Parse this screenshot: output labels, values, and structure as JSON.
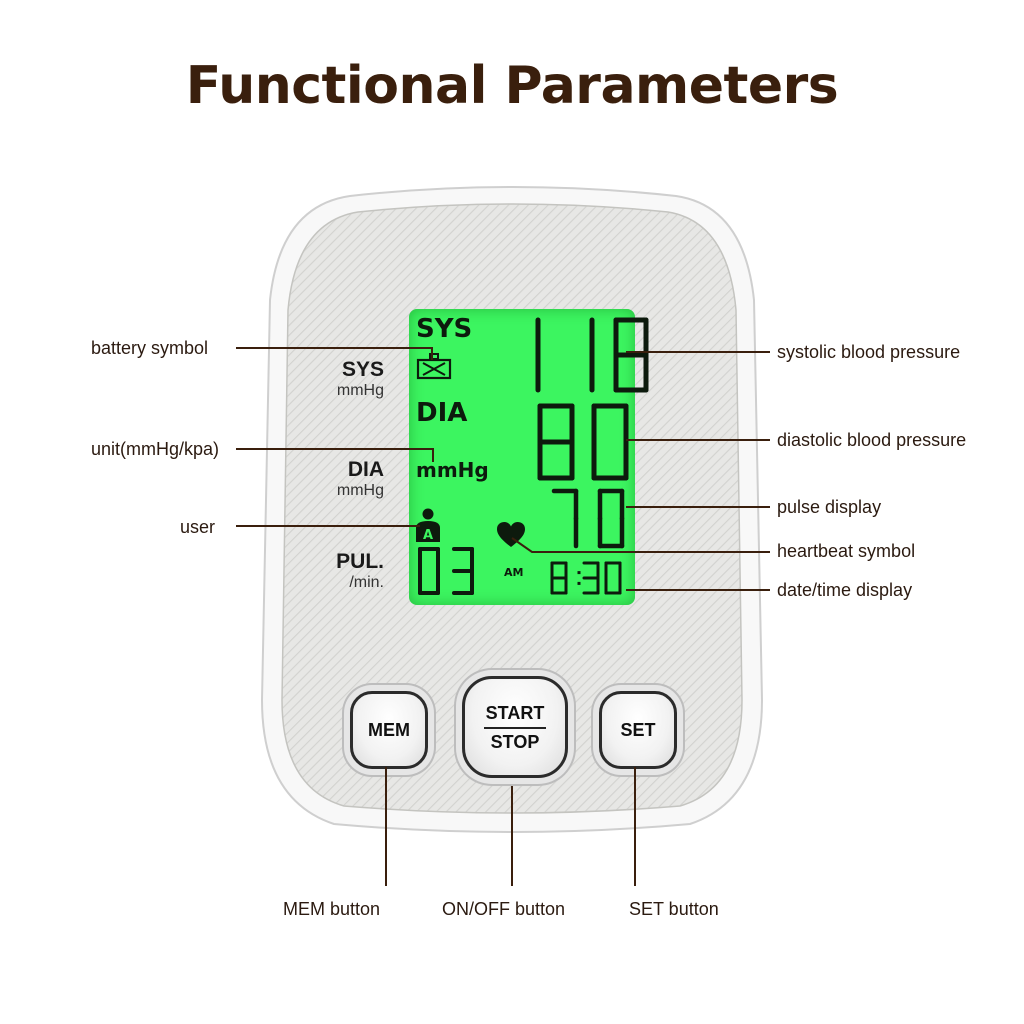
{
  "title": "Functional Parameters",
  "device": {
    "side_labels": {
      "sys": "SYS",
      "sys_unit": "mmHg",
      "dia": "DIA",
      "dia_unit": "mmHg",
      "pul": "PUL.",
      "pul_unit": "/min."
    },
    "lcd": {
      "sys_tag": "SYS",
      "dia_tag": "DIA",
      "unit": "mmHg",
      "user_letter": "A",
      "systolic": "118",
      "diastolic": "80",
      "pulse": "70",
      "memory": "03",
      "ampm": "AM",
      "time": "8:30"
    },
    "buttons": {
      "mem": "MEM",
      "start": "START",
      "stop": "STOP",
      "set": "SET"
    }
  },
  "callouts": {
    "battery": "battery symbol",
    "unit": "unit(mmHg/kpa)",
    "user": "user",
    "systolic": "systolic blood pressure",
    "diastolic": "diastolic blood pressure",
    "pulse": "pulse display",
    "heartbeat": "heartbeat symbol",
    "datetime": "date/time display",
    "mem_button": "MEM button",
    "onoff_button": "ON/OFF button",
    "set_button": "SET button"
  },
  "colors": {
    "title": "#3a1f0d",
    "lcd": "#3cf560",
    "lcd_text": "#0d1a0d",
    "leader": "#3a1f0d"
  }
}
